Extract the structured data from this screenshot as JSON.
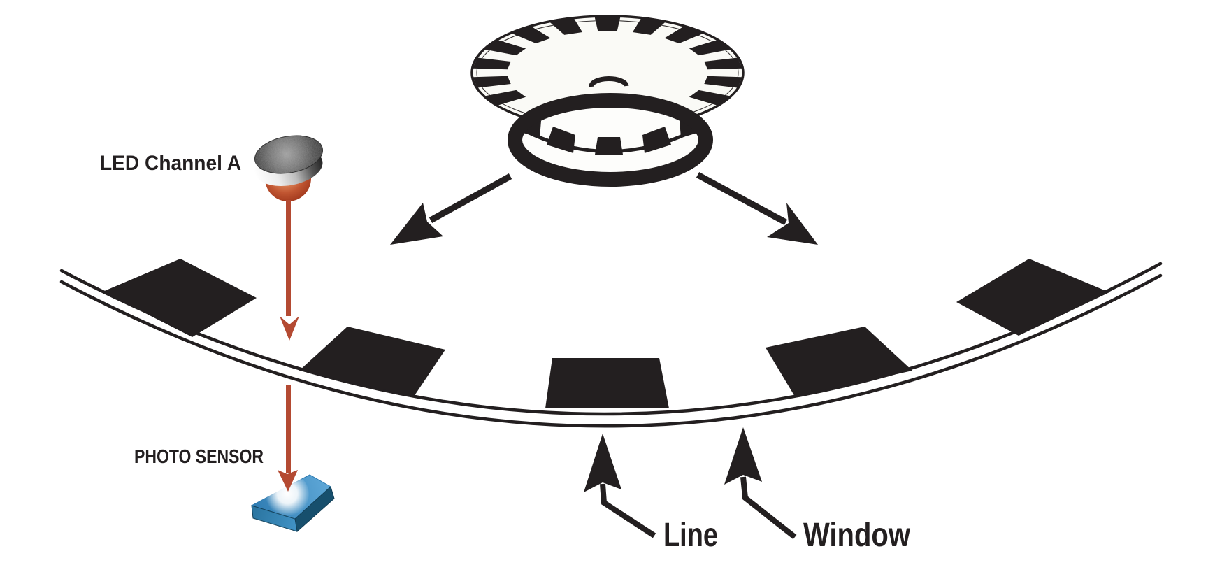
{
  "labels": {
    "led": "LED Channel A",
    "photo_sensor": "PHOTO SENSOR",
    "line": "Line",
    "window": "Window"
  },
  "colors": {
    "background": "#ffffff",
    "ink": "#231f20",
    "beam": "#b44a32",
    "wheel_fill": "#fafaf6",
    "sensor_top": "#3e8ec4",
    "sensor_front": "#2e7aa9",
    "sensor_side": "#174f6d",
    "led_dome": "#b5502f",
    "led_cap": "#4a4a4a"
  }
}
